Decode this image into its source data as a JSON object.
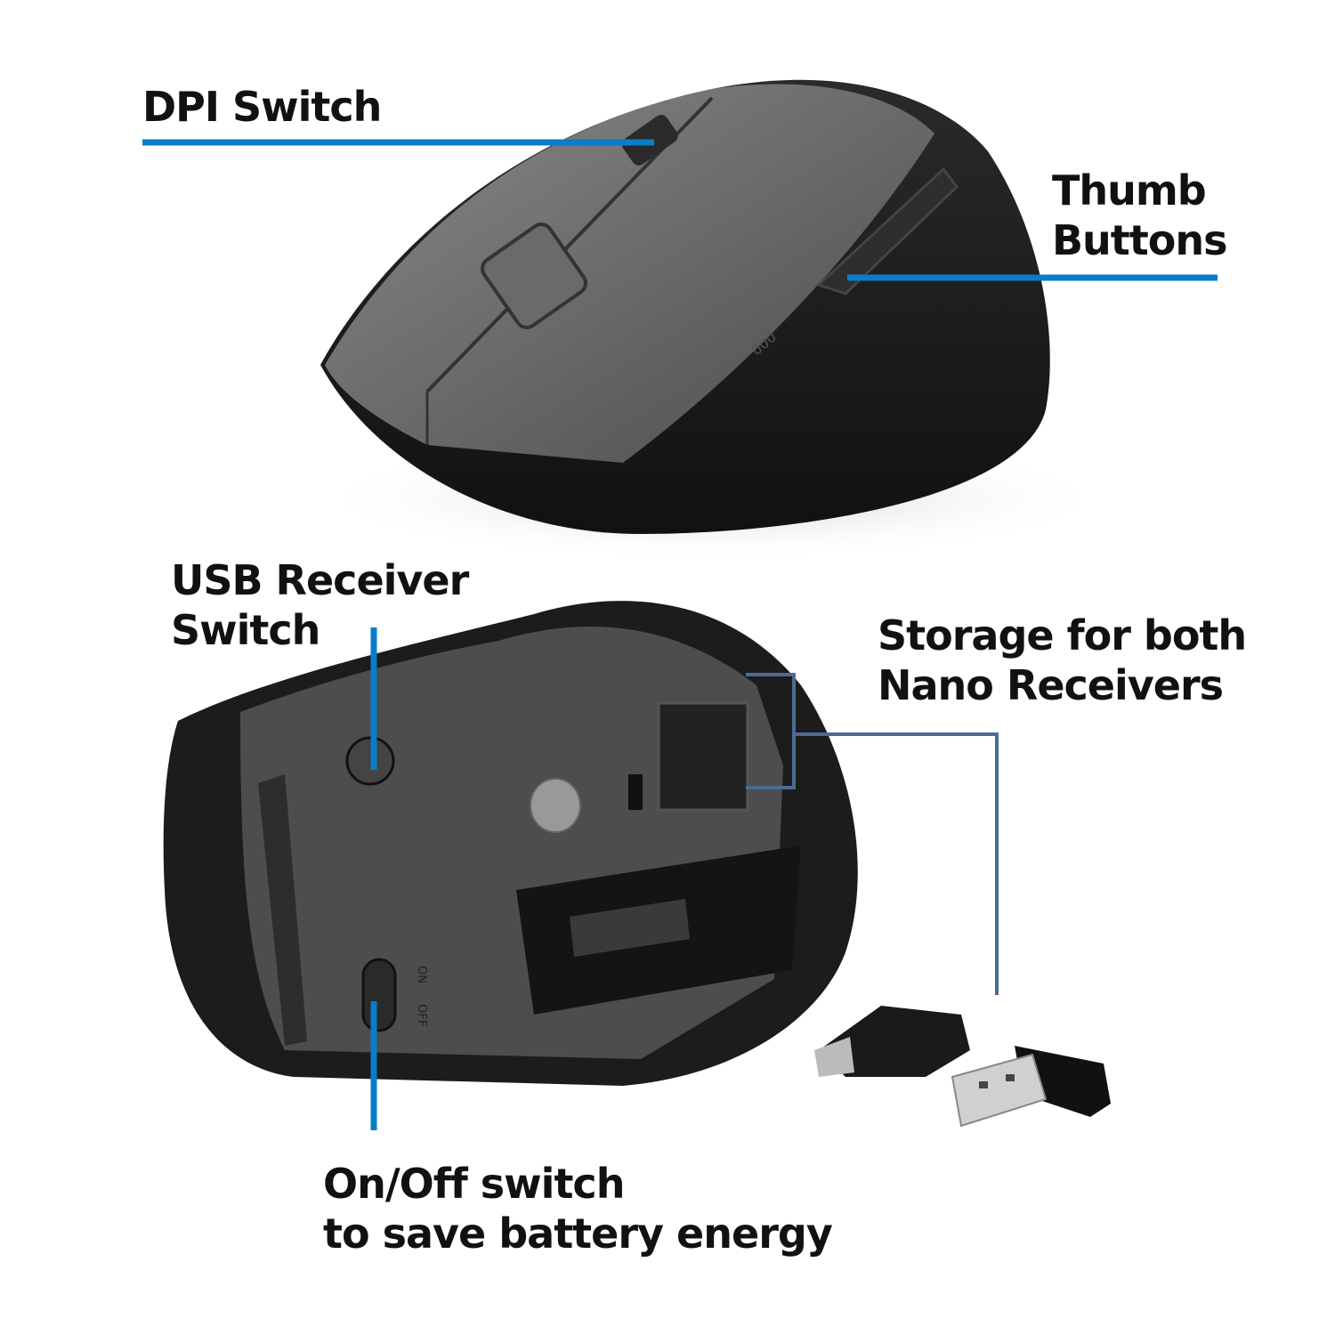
{
  "labels": {
    "dpi_switch": "DPI Switch",
    "thumb_buttons": [
      "Thumb",
      "Buttons"
    ],
    "usb_receiver_switch": [
      "USB Receiver",
      "Switch"
    ],
    "storage": [
      "Storage for both",
      "Nano Receivers"
    ],
    "on_off": [
      "On/Off switch",
      "to save battery energy"
    ]
  },
  "switch_markings": {
    "on": "ON",
    "off": "OFF"
  },
  "colors": {
    "callout_line": "#0a7dc8",
    "bracket_line": "#4d6a94",
    "text": "#111111"
  }
}
